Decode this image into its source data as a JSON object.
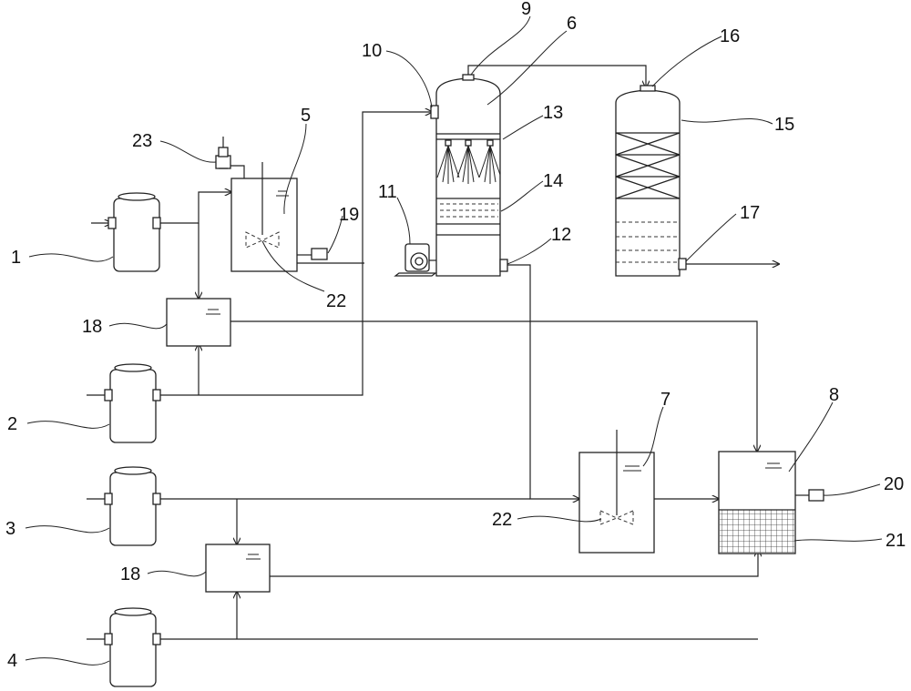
{
  "labels": {
    "l1": "1",
    "l2": "2",
    "l3": "3",
    "l4": "4",
    "l5": "5",
    "l6": "6",
    "l7": "7",
    "l8": "8",
    "l9": "9",
    "l10": "10",
    "l11": "11",
    "l12": "12",
    "l13": "13",
    "l14": "14",
    "l15": "15",
    "l16": "16",
    "l17": "17",
    "l18a": "18",
    "l18b": "18",
    "l19": "19",
    "l20": "20",
    "l21": "21",
    "l22a": "22",
    "l22b": "22",
    "l23": "23"
  }
}
